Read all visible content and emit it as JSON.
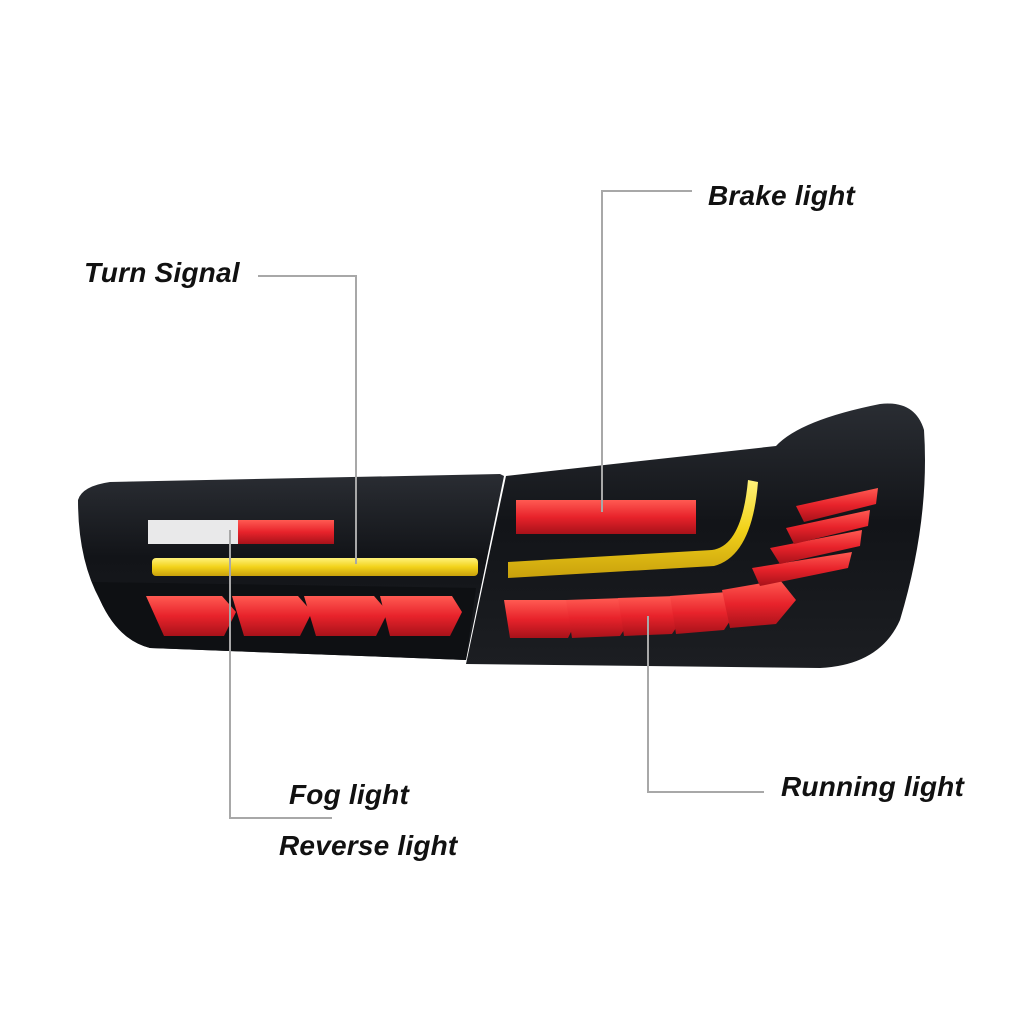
{
  "labels": {
    "turn_signal": "Turn Signal",
    "brake_light": "Brake light",
    "fog_light": "Fog light",
    "reverse_light": "Reverse light",
    "running_light": "Running light"
  },
  "colors": {
    "background": "#ffffff",
    "housing": "#111317",
    "red_led": "#e8232b",
    "amber_led": "#f2d21a",
    "reverse_lens": "#e9e9ea",
    "leader_line": "#a8a8a8"
  }
}
